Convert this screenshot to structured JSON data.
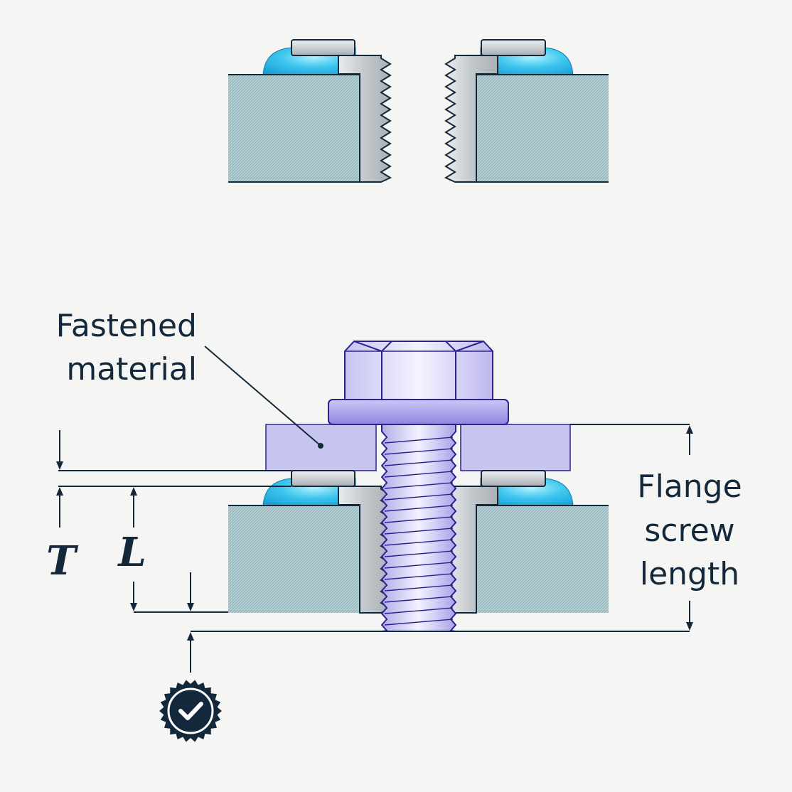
{
  "labels": {
    "fastened_line1": "Fastened",
    "fastened_line2": "material",
    "flange_line1": "Flange",
    "flange_line2": "screw",
    "flange_line3": "length",
    "dim_t": "T",
    "dim_l": "L"
  },
  "icons": {
    "badge": "check-badge-icon"
  },
  "colors": {
    "background": "#f5f6f4",
    "panel": "#b3cfd6",
    "panel_stroke": "#14283c",
    "insert_metal": "#c9cdd0",
    "sealant": "#3ec6ee",
    "fastened_material": "#c8c6f0",
    "screw": "#b9b4ec",
    "screw_stroke": "#2a2290",
    "ink": "#14283c"
  }
}
